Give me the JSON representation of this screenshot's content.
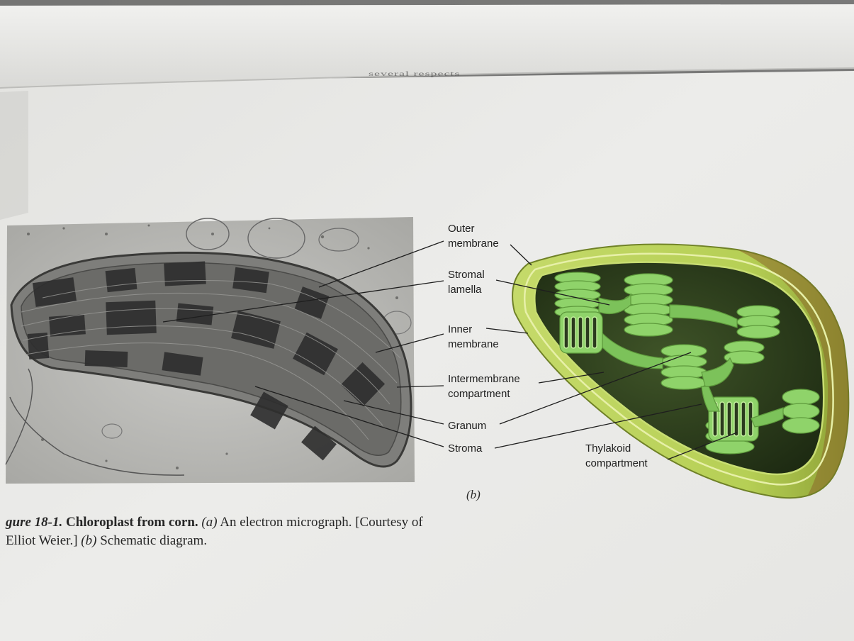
{
  "page": {
    "bleed_text": "several respects",
    "panel_b_tag": "(b)",
    "caption": {
      "figure_number": "gure 18-1.",
      "title": "Chloroplast from corn.",
      "part_a_tag": "(a)",
      "part_a_text": "An electron micrograph. [Courtesy of",
      "line2_start": "Elliot Weier.]",
      "part_b_tag": "(b)",
      "part_b_text": "Schematic diagram."
    }
  },
  "diagram": {
    "labels": {
      "outer_membrane_1": "Outer",
      "outer_membrane_2": "membrane",
      "stromal_lamella_1": "Stromal",
      "stromal_lamella_2": "lamella",
      "inner_membrane_1": "Inner",
      "inner_membrane_2": "membrane",
      "intermembrane_1": "Intermembrane",
      "intermembrane_2": "compartment",
      "granum": "Granum",
      "stroma": "Stroma",
      "thylakoid_1": "Thylakoid",
      "thylakoid_2": "compartment"
    },
    "colors": {
      "chloroplast_outer": "#b9d35a",
      "chloroplast_inner": "#2b3a1e",
      "thylakoid": "#8fd36a",
      "micrograph_dark": "#2e2e2e"
    }
  }
}
